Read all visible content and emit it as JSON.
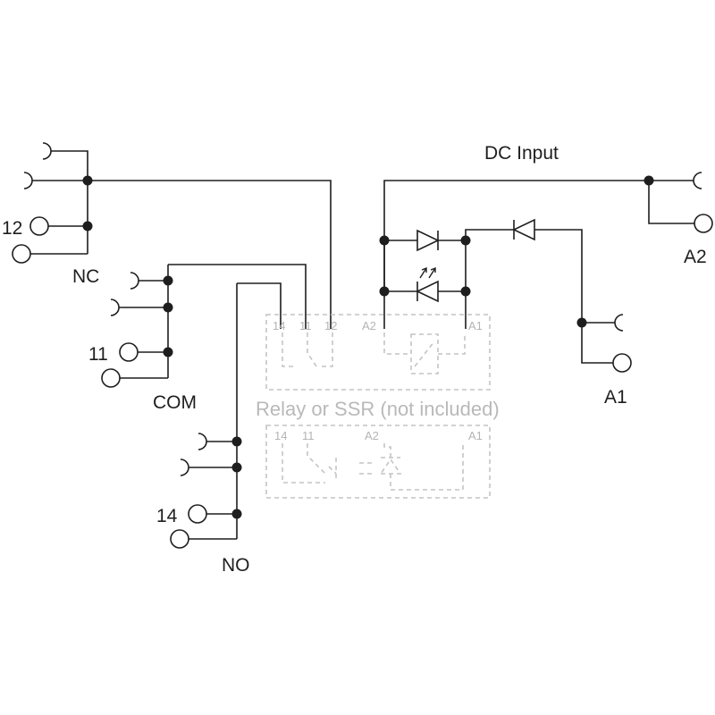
{
  "labels": {
    "nc": "NC",
    "com": "COM",
    "no": "NO",
    "dc_input": "DC Input",
    "a1": "A1",
    "a2": "A2",
    "pin12": "12",
    "pin11": "11",
    "pin14": "14"
  },
  "relay": {
    "caption": "Relay or SSR (not included)",
    "top_pins": {
      "p14": "14",
      "p11": "11",
      "p12": "12",
      "a2": "A2",
      "a1": "A1"
    },
    "bottom_pins": {
      "p14": "14",
      "p11": "11",
      "a2": "A2",
      "a1": "A1"
    }
  }
}
